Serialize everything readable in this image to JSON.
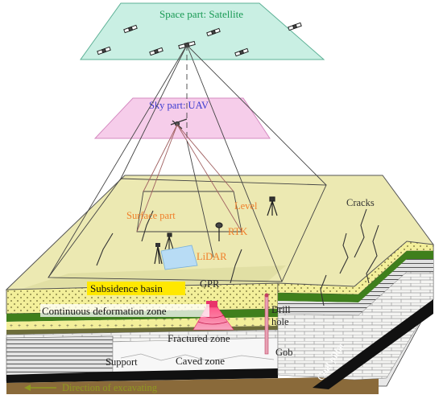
{
  "labels": {
    "space_part": "Space part: Satellite",
    "sky_part": "Sky part: UAV",
    "surface_part": "Surface part",
    "level": "Level",
    "rtk": "RTK",
    "lidar": "LiDAR",
    "cracks": "Cracks",
    "subsidence_basin": "Subsidence basin",
    "gpr": "GPR",
    "continuous_deformation_zone": "Continuous deformation zone",
    "drill": "Drill",
    "hole": "hole",
    "fractured_zone": "Fractured zone",
    "caved_zone": "Caved zone",
    "support": "Support",
    "gob": "Gob",
    "coal_pillar": "Coal pillar",
    "direction_of_excavating": "Direction of excavating"
  },
  "colors": {
    "space_plane": "#c9efe3",
    "sky_plane": "#f6cdea",
    "ground_surface": "#ece9b2",
    "space_text": "#1a9a55",
    "sky_text": "#3a3ad0",
    "surface_text": "#f07f2a",
    "subsidence_highlight": "#ffe800",
    "soil_yellow": "#f3ef9a",
    "grass_green": "#3f7f1c",
    "direction_text": "#8f9a20",
    "coal_black": "#111111"
  }
}
